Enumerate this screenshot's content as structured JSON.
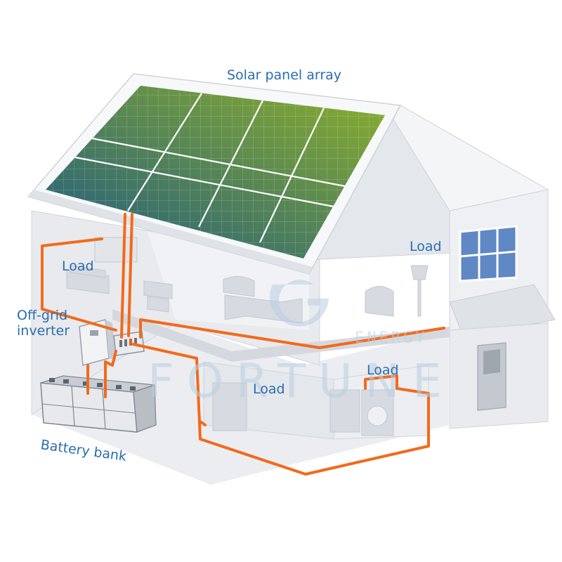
{
  "labels": {
    "solar_panel_array": "Solar panel array",
    "load_upper_right": "Load",
    "load_upper_left": "Load",
    "off_grid_inverter": "Off-grid\ninverter",
    "load_lower_middle": "Load",
    "load_lower_right": "Load",
    "battery_bank": "Battery bank"
  },
  "watermark": {
    "word": "FORTUNE",
    "sub": "ENERGY"
  },
  "colors": {
    "label_blue": "#2a6db0",
    "wire_orange": "#f26a1b",
    "wall_light": "#eef0f3",
    "wall_mid": "#dfe2e7",
    "wall_dark": "#c9cdd4",
    "roof": "#f7f8fa",
    "panel_from": "#1e5a82",
    "panel_to": "#8db02a",
    "watermark": "#b9cfe4"
  }
}
